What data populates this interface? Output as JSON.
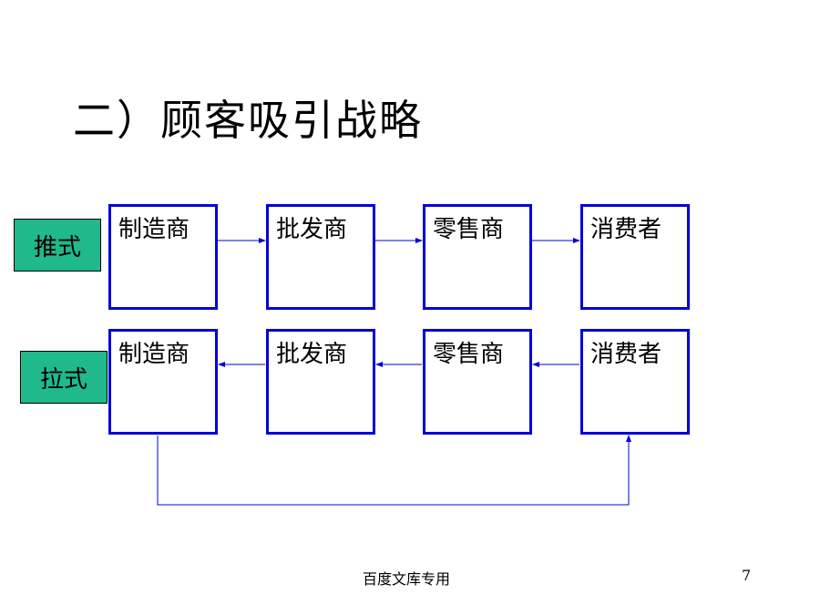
{
  "title": "二）顾客吸引战略",
  "colors": {
    "box_border": "#0000d8",
    "arrow": "#0000d8",
    "tag_fill": "#1fb98c"
  },
  "rows": {
    "push": {
      "label": "推式",
      "boxes": [
        "制造商",
        "批发商",
        "零售商",
        "消费者"
      ]
    },
    "pull": {
      "label": "拉式",
      "boxes": [
        "制造商",
        "批发商",
        "零售商",
        "消费者"
      ]
    }
  },
  "footer": {
    "text": "百度文库专用",
    "page_number": "7"
  }
}
